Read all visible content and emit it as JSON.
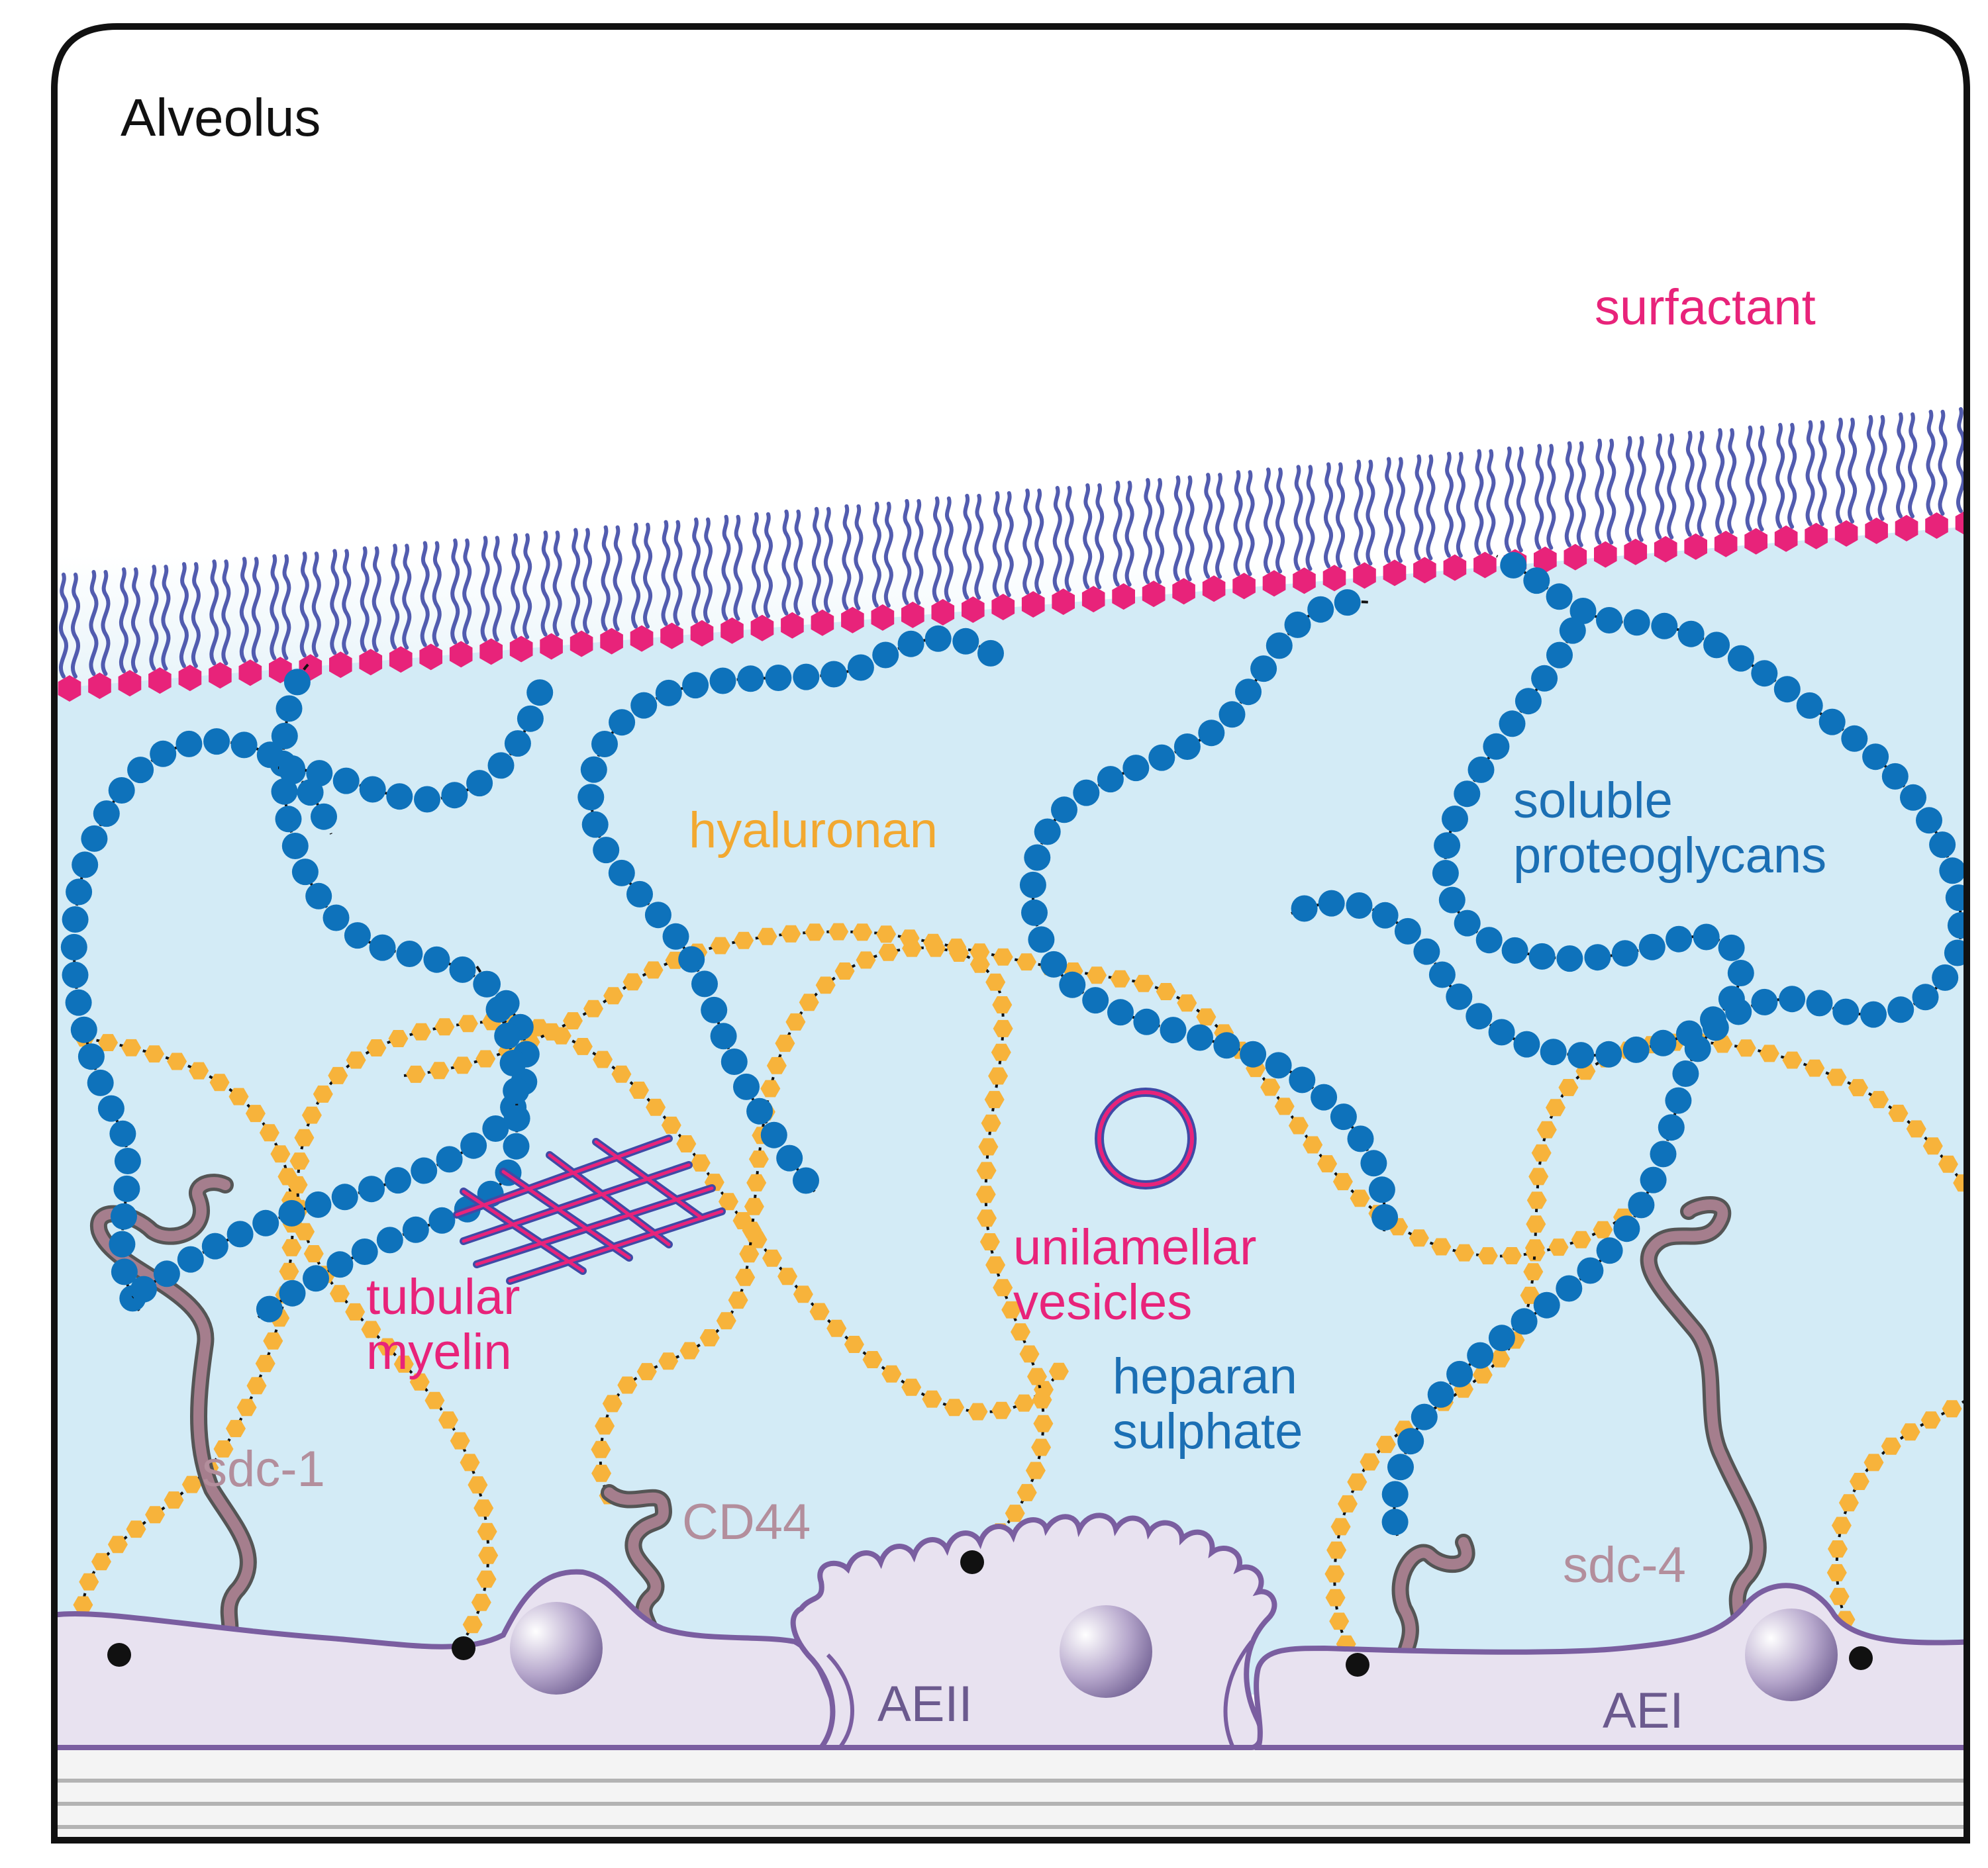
{
  "title": "Alveolus",
  "labels": {
    "surfactant": "surfactant",
    "hyaluronan": "hyaluronan",
    "soluble_line1": "soluble",
    "soluble_line2": "proteoglycans",
    "tubular_line1": "tubular",
    "tubular_line2": "myelin",
    "unilamellar_line1": "unilamellar",
    "unilamellar_line2": "vesicles",
    "heparan_line1": "heparan",
    "heparan_line2": "sulphate",
    "sdc1": "sdc-1",
    "cd44": "CD44",
    "sdc4": "sdc-4",
    "aeii": "AEII",
    "aei": "AEI"
  },
  "colors": {
    "frame": "#111111",
    "lining_fluid": "#d3ebf6",
    "surfactant": "#e8237a",
    "surfactant_tail": "#3f4aa6",
    "proteoglycan": "#0e72bb",
    "hyaluronan": "#f7b33b",
    "syndecan": "#a57e8d",
    "cell_fill": "#e8e2f0",
    "cell_outline": "#7a5ea0",
    "cell_label": "#6b5a8e",
    "proteoglycan_label": "#1b6fb4",
    "hyaluronan_label": "#f2a830",
    "syndecan_label": "#b38e9c",
    "membrane_lines": "#b3b3b3"
  }
}
